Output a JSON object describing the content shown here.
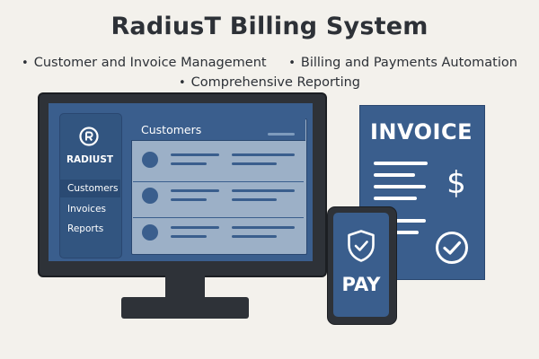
{
  "header": {
    "title": "RadiusT Billing System",
    "features": [
      "Customer and Invoice Management",
      "Billing and Payments Automation",
      "Comprehensive Reporting"
    ]
  },
  "monitor": {
    "logo_icon": "radius-logo-icon",
    "brand": "RADIUST",
    "sidebar": {
      "items": [
        {
          "label": "Customers",
          "active": true
        },
        {
          "label": "Invoices",
          "active": false
        },
        {
          "label": "Reports",
          "active": false
        }
      ]
    },
    "panel": {
      "title": "Customers",
      "row_count": 3
    }
  },
  "invoice": {
    "title": "INVOICE",
    "symbol": "$",
    "status_icon": "check-circle-icon"
  },
  "phone": {
    "icon": "shield-check-icon",
    "label": "PAY"
  },
  "colors": {
    "background": "#f3f1ec",
    "primary_blue": "#3a5e8d",
    "dark_frame": "#2e3238",
    "light_panel": "#9cb0c7"
  }
}
